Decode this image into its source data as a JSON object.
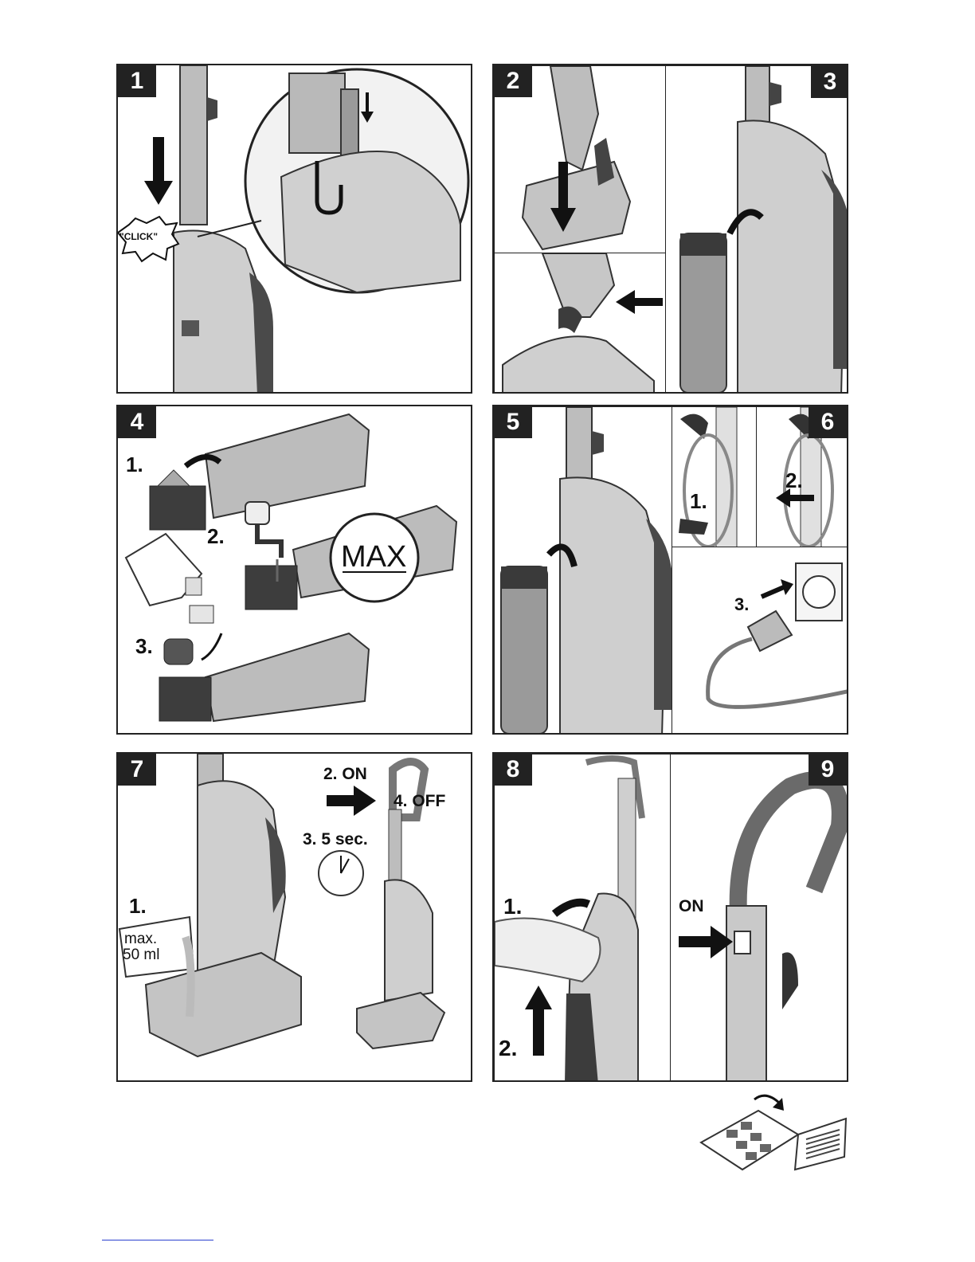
{
  "steps": {
    "s1": {
      "num": "1",
      "click": "\"CLICK\""
    },
    "s2": {
      "num": "2"
    },
    "s3": {
      "num": "3"
    },
    "s4": {
      "num": "4",
      "step1": "1.",
      "step2": "2.",
      "step3": "3.",
      "max": "MAX"
    },
    "s5": {
      "num": "5"
    },
    "s6": {
      "num": "6",
      "step1": "1.",
      "step2": "2.",
      "step3": "3."
    },
    "s7": {
      "num": "7",
      "step1": "1.",
      "measure_line1": "max.",
      "measure_line2": "50 ml",
      "on": "2. ON",
      "wait": "3. 5 sec.",
      "off": "4. OFF"
    },
    "s8": {
      "num": "8",
      "step1": "1.",
      "step2": "2."
    },
    "s9": {
      "num": "9",
      "on": "ON"
    }
  },
  "icons": [
    "down-arrow-icon",
    "left-arrow-icon",
    "right-arrow-icon",
    "curved-arrow-icon",
    "clock-icon",
    "plug-icon",
    "socket-icon",
    "faucet-icon",
    "bottle-icon",
    "manual-icon"
  ],
  "colors": {
    "border": "#222222",
    "device_light": "#c8c8c8",
    "device_dark": "#555555",
    "accent_line": "#2a3fcf"
  }
}
